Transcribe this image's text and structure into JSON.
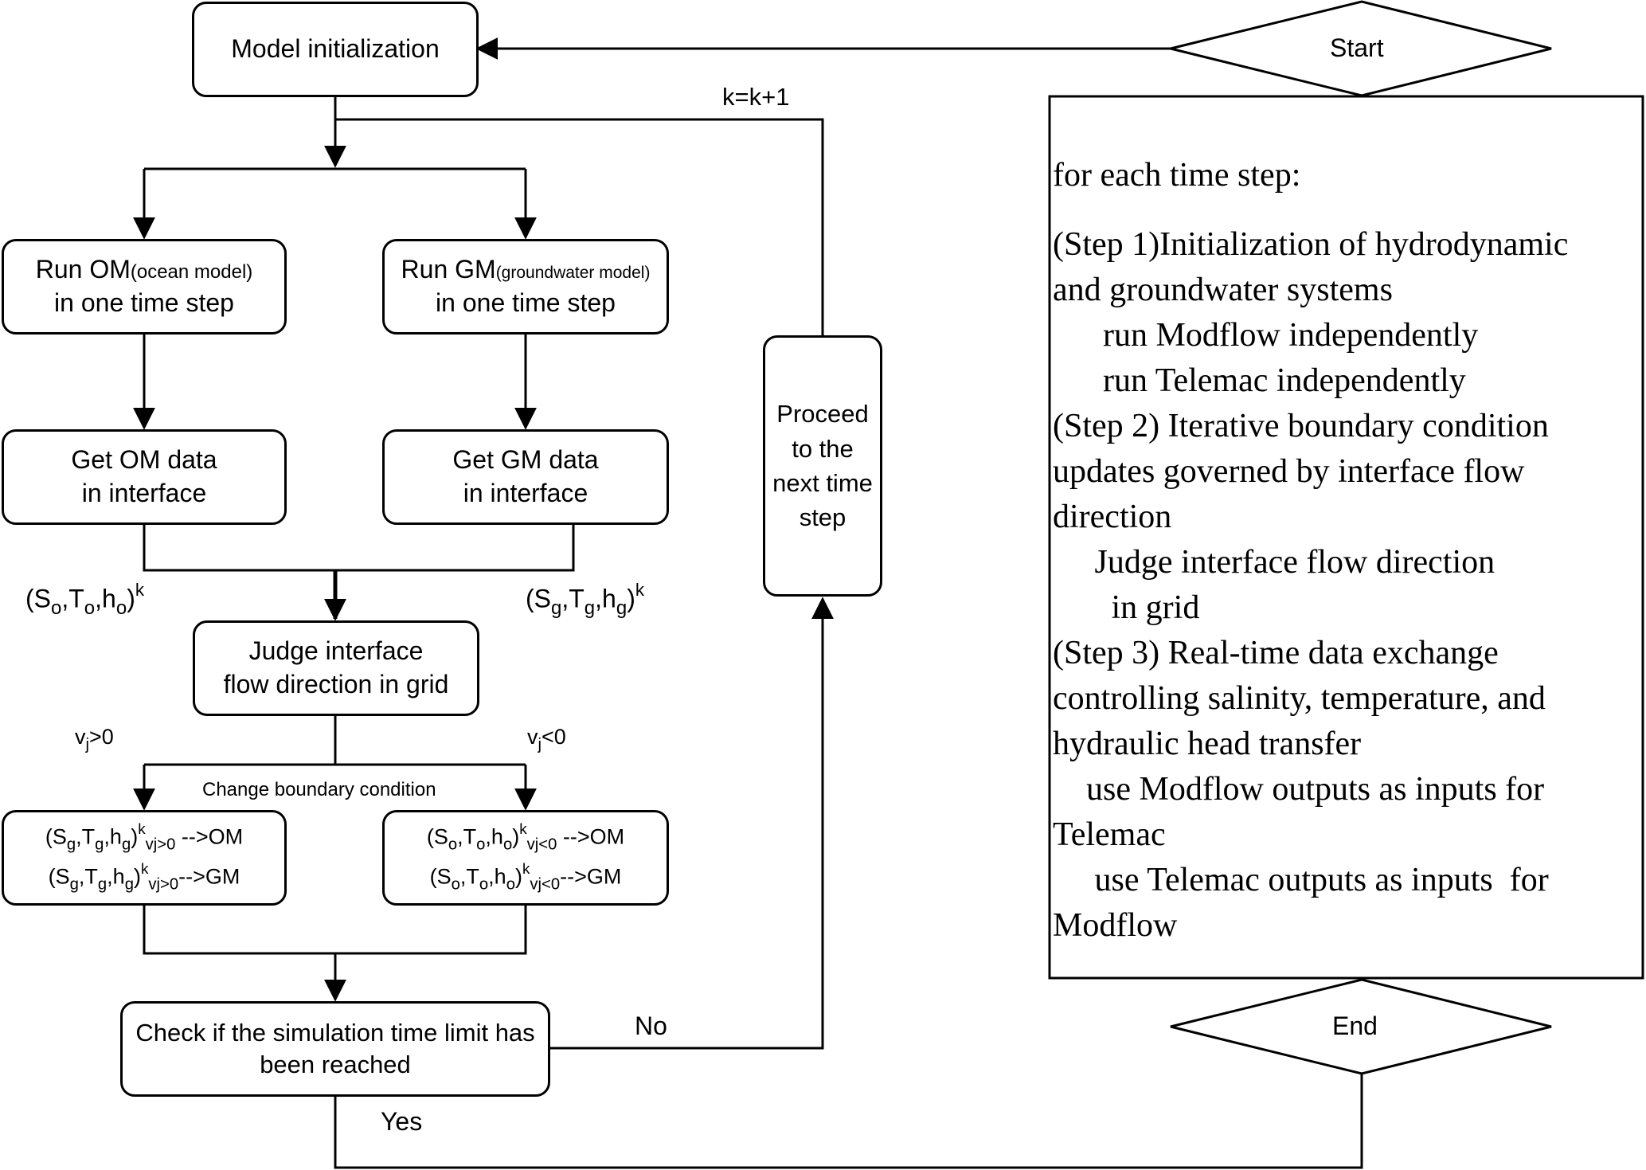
{
  "nodes": {
    "start": "Start",
    "end": "End",
    "model_init": "Model initialization",
    "run_om": {
      "prefix": "Run OM",
      "note": "(ocean model)",
      "line2": "in one time step"
    },
    "run_gm": {
      "prefix": "Run GM",
      "note": "(groundwater model)",
      "line2": "in one time step"
    },
    "get_om": {
      "line1": "Get OM data",
      "line2": "in interface"
    },
    "get_gm": {
      "line1": "Get GM data",
      "line2": "in interface"
    },
    "judge": {
      "line1": "Judge interface",
      "line2": "flow direction in grid"
    },
    "change_bc": "Change boundary condition",
    "check": {
      "line1": "Check if the simulation time limit has",
      "line2": "been reached"
    },
    "proceed": {
      "line1": "Proceed",
      "line2": "to the",
      "line3": "next time",
      "line4": "step"
    }
  },
  "labels": {
    "k_increment": "k=k+1",
    "no": "No",
    "yes": "Yes",
    "vj_pos": {
      "v": "v",
      "sub": "j",
      "rest": ">0"
    },
    "vj_neg": {
      "v": "v",
      "sub": "j",
      "rest": "<0"
    },
    "om_vars": {
      "open": "(",
      "S": "S",
      "T": "T",
      "h": "h",
      "sub": "o",
      "sep": ",",
      "close": ")",
      "sup": "k"
    },
    "gm_vars": {
      "open": "(",
      "S": "S",
      "T": "T",
      "h": "h",
      "sub": "g",
      "sep": ",",
      "close": ")",
      "sup": "k"
    },
    "bc_left": {
      "row1": {
        "sup": "k",
        "cond": "vj>0",
        "arrow": " -->OM"
      },
      "row2": {
        "sup": "k",
        "cond": "vj>0",
        "arrow": "-->GM"
      },
      "sub": "g"
    },
    "bc_right": {
      "row1": {
        "sup": "k",
        "cond": "vj<0",
        "arrow": " -->OM"
      },
      "row2": {
        "sup": "k",
        "cond": "vj<0",
        "arrow": "-->GM"
      },
      "sub": "o"
    }
  },
  "description": [
    "for each time step:",
    "",
    "(Step 1)Initialization of hydrodynamic",
    "and groundwater systems",
    "      run Modflow independently",
    "      run Telemac independently",
    "(Step 2) Iterative boundary condition",
    "updates governed by interface flow",
    "direction",
    "     Judge interface flow direction",
    "       in grid",
    "(Step 3) Real-time data exchange",
    "controlling salinity, temperature, and",
    "hydraulic head transfer",
    "    use Modflow outputs as inputs for",
    "Telemac",
    "     use Telemac outputs as inputs  for",
    "Modflow"
  ]
}
